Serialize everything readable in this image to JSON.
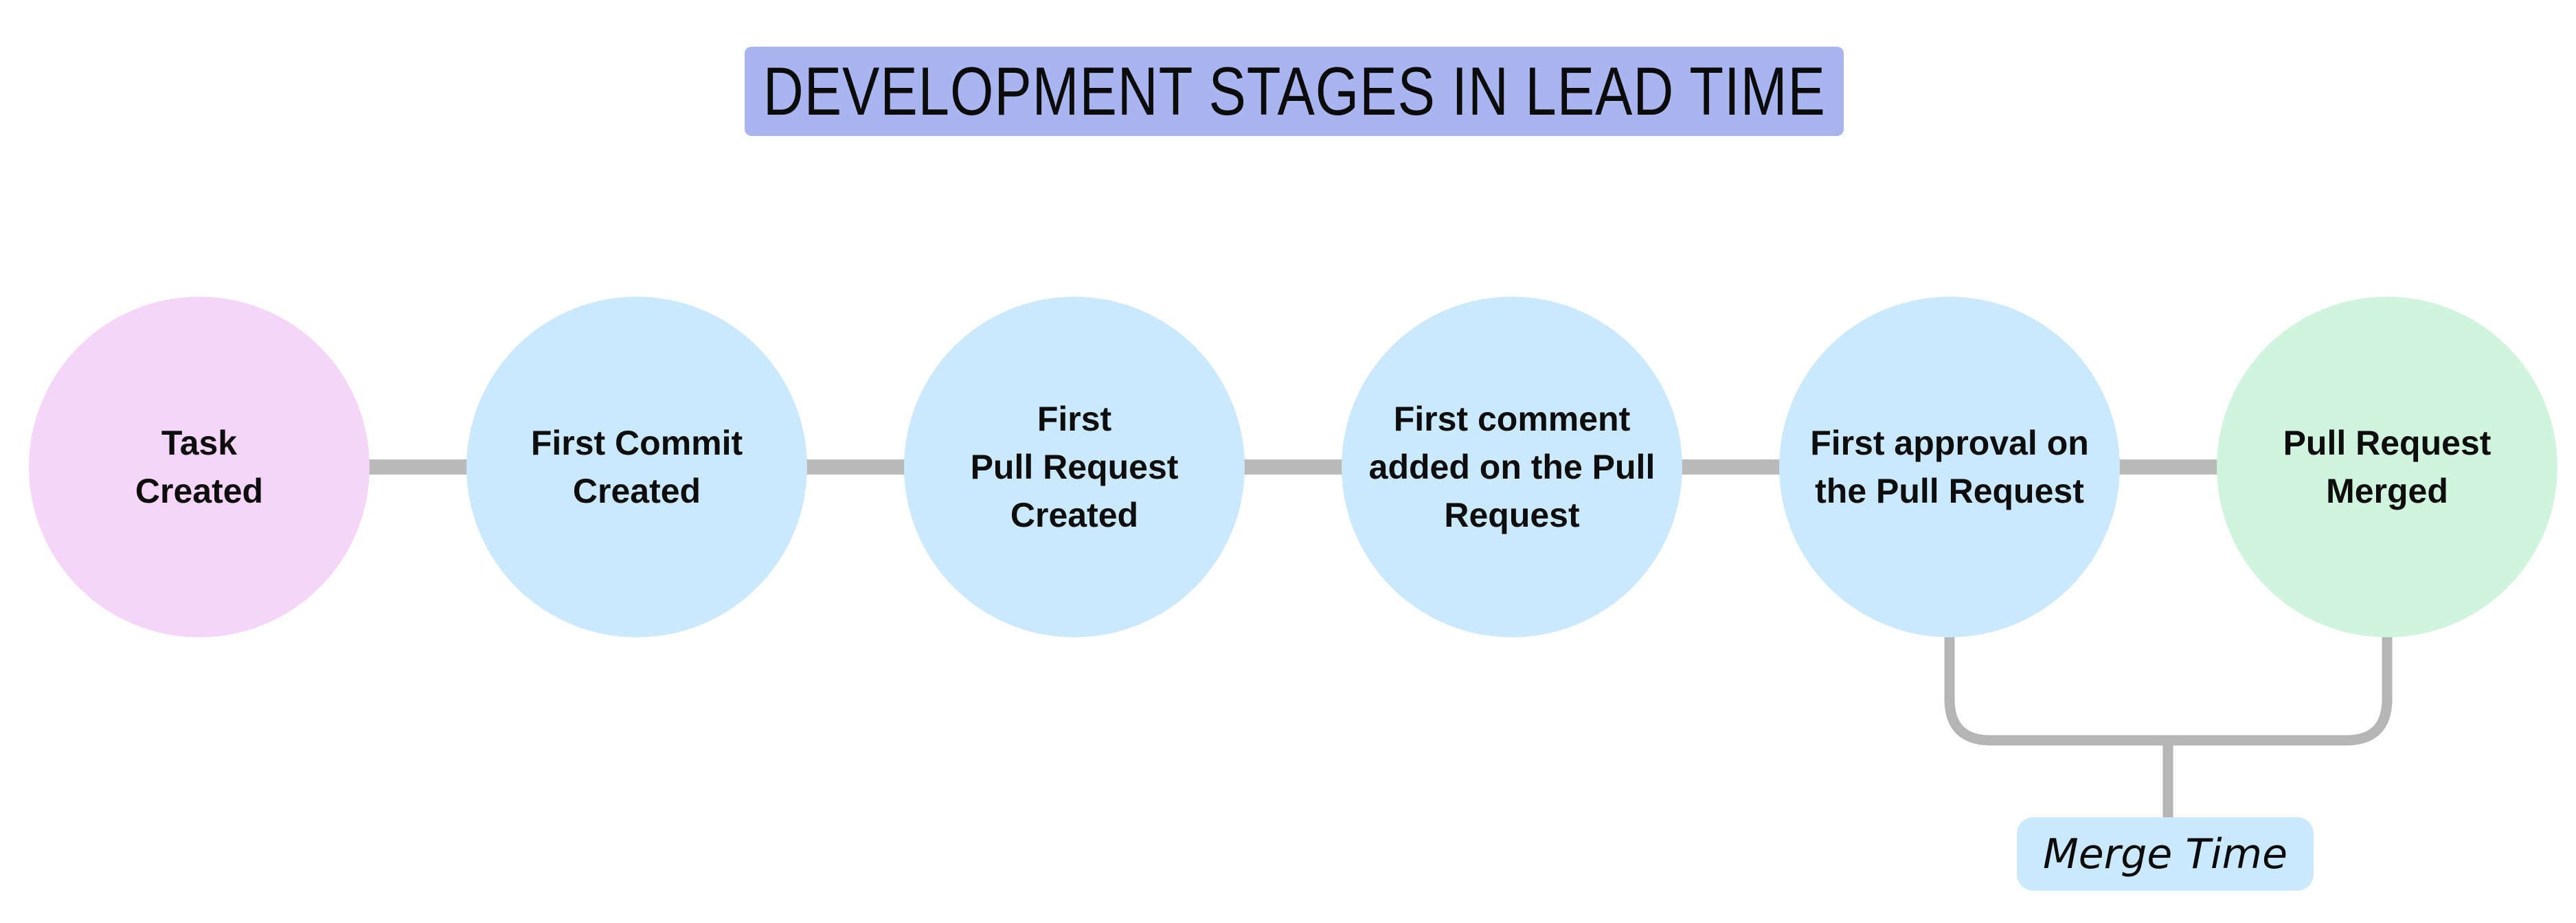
{
  "title": {
    "label": "DEVELOPMENT STAGES IN LEAD TIME",
    "bg_color": "#a9b5ee"
  },
  "stages": [
    {
      "id": "task-created",
      "label": "Task\nCreated",
      "color": "#f6d6f8"
    },
    {
      "id": "first-commit-created",
      "label": "First Commit\nCreated",
      "color": "#cbe9fc"
    },
    {
      "id": "first-pull-request-created",
      "label": "First\nPull Request\nCreated",
      "color": "#cbe9fc"
    },
    {
      "id": "first-comment-added",
      "label": "First comment\nadded on the Pull\nRequest",
      "color": "#cbe9fc"
    },
    {
      "id": "first-approval",
      "label": "First approval on\nthe Pull Request",
      "color": "#cbe9fc"
    },
    {
      "id": "pull-request-merged",
      "label": "Pull Request\nMerged",
      "color": "#d0f4dd"
    }
  ],
  "merge_annotation": {
    "label": "Merge Time",
    "bg_color": "#cbe9fc",
    "spans_stages": [
      "first-approval",
      "pull-request-merged"
    ]
  },
  "connector_color": "#b9b9b9",
  "bracket_color": "#b5b5b5"
}
